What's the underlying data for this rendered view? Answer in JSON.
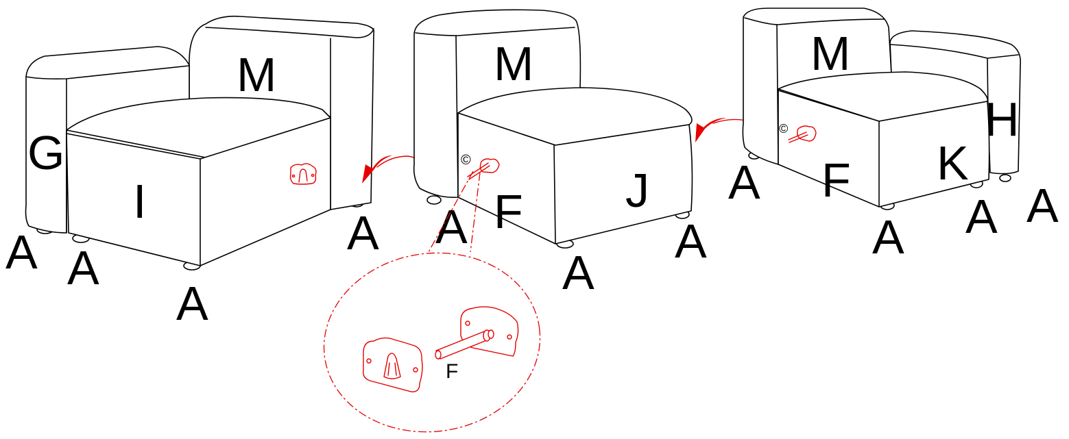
{
  "labels": {
    "left_module": {
      "side": "G",
      "back": "M",
      "seat": "I",
      "feet": [
        "A",
        "A",
        "A",
        "A"
      ]
    },
    "middle_module": {
      "back": "M",
      "seat": "J",
      "connector": "F",
      "feet": [
        "A",
        "A",
        "A"
      ]
    },
    "right_module": {
      "back": "M",
      "side": "H",
      "seat": "K",
      "connector": "F",
      "feet": [
        "A",
        "A",
        "A",
        "A"
      ]
    },
    "detail_connector": "F",
    "feet_left_gap": "A"
  },
  "colors": {
    "outline": "#000000",
    "highlight": "#e60000",
    "background": "#ffffff"
  }
}
